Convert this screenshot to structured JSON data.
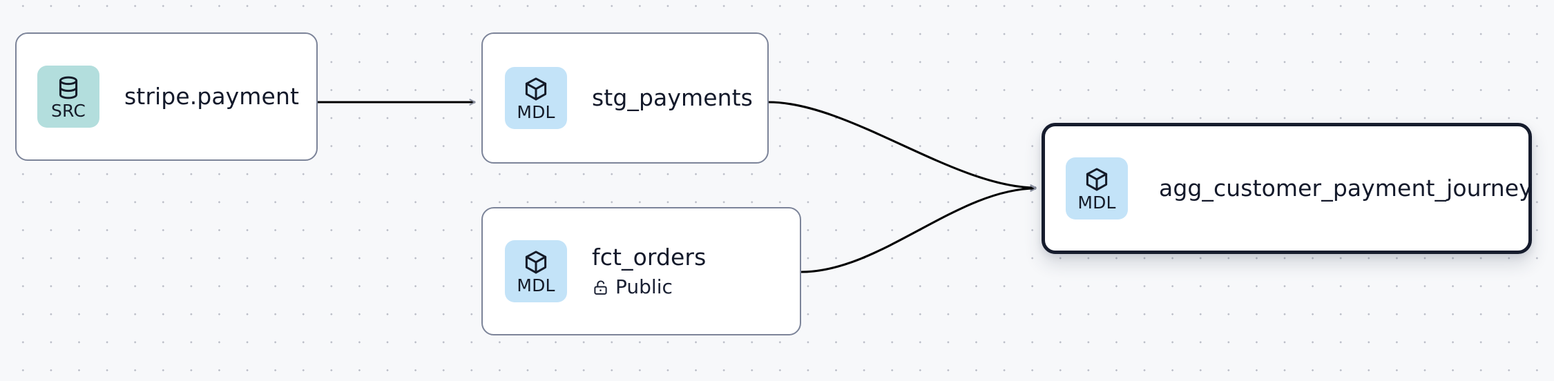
{
  "canvas": {
    "background_color": "#f7f8fa",
    "grid": "dot-grid",
    "grid_dot_color": "#b9bcc6"
  },
  "nodes": [
    {
      "id": "stripe-payment",
      "title": "stripe.payment",
      "badge_label": "SRC",
      "badge_icon": "database-icon",
      "badge_color": "#b3dedd",
      "selected": false,
      "subtitle": null,
      "subtitle_icon": null
    },
    {
      "id": "stg-payments",
      "title": "stg_payments",
      "badge_label": "MDL",
      "badge_icon": "cube-icon",
      "badge_color": "#c3e3f8",
      "selected": false,
      "subtitle": null,
      "subtitle_icon": null
    },
    {
      "id": "fct-orders",
      "title": "fct_orders",
      "badge_label": "MDL",
      "badge_icon": "cube-icon",
      "badge_color": "#c3e3f8",
      "selected": false,
      "subtitle": "Public",
      "subtitle_icon": "unlock-icon"
    },
    {
      "id": "agg-customer-payment-journey",
      "title": "agg_customer_payment_journey",
      "badge_label": "MDL",
      "badge_icon": "cube-icon",
      "badge_color": "#c3e3f8",
      "selected": true,
      "selected_border_color": "#161c2d",
      "subtitle": null,
      "subtitle_icon": null
    }
  ],
  "edges": [
    {
      "id": "edge-stripe-to-stg",
      "from": "stripe-payment",
      "to": "stg-payments",
      "shape": "straight",
      "color": "#000000"
    },
    {
      "id": "edge-stg-to-agg",
      "from": "stg-payments",
      "to": "agg-customer-payment-journey",
      "shape": "bezier",
      "color": "#000000"
    },
    {
      "id": "edge-fct-to-agg",
      "from": "fct-orders",
      "to": "agg-customer-payment-journey",
      "shape": "bezier",
      "color": "#000000"
    }
  ]
}
